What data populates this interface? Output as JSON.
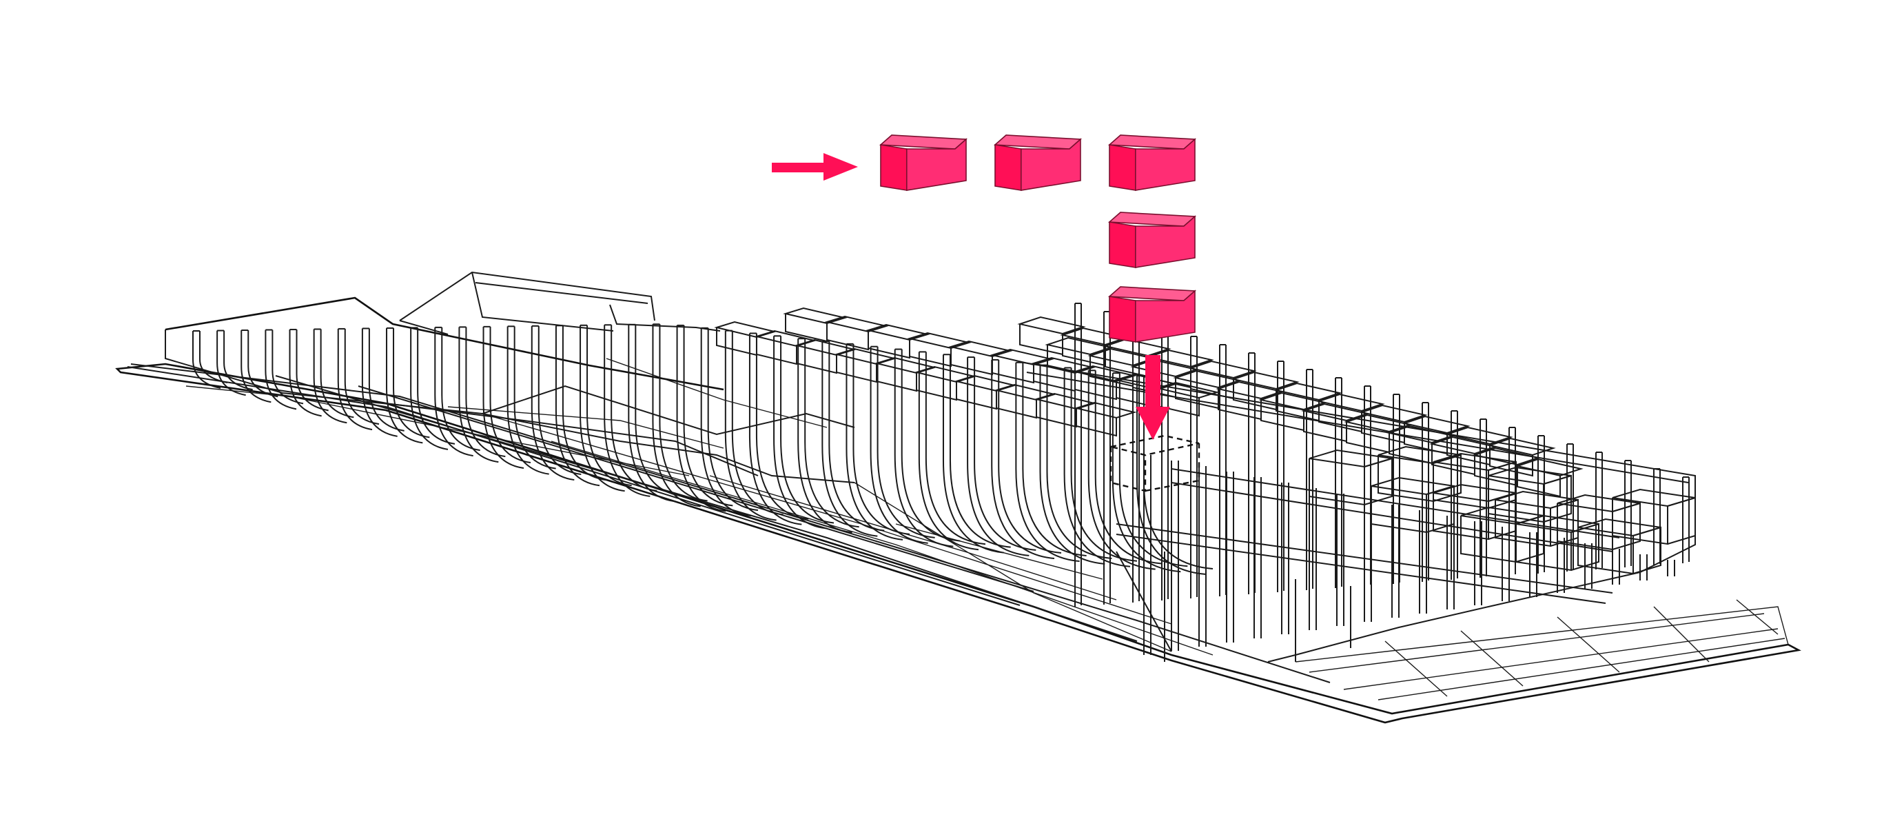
{
  "diagram": {
    "kind": "axonometric-construction-sequence",
    "colors": {
      "accent": "#ff0f56",
      "accent_side": "#ff2d74",
      "accent_top": "#ff5c92",
      "linework": "#1a1a1a",
      "background": "#ffffff"
    },
    "elements": {
      "modules": [
        "module-1",
        "module-2",
        "module-3",
        "module-4",
        "module-5"
      ],
      "arrows": [
        "horizontal-arrow",
        "vertical-arrow"
      ],
      "placeholder": "dashed-target-slot",
      "structure": [
        "ground-slab",
        "curved-ribs",
        "module-rows",
        "ramp-volume"
      ]
    }
  }
}
